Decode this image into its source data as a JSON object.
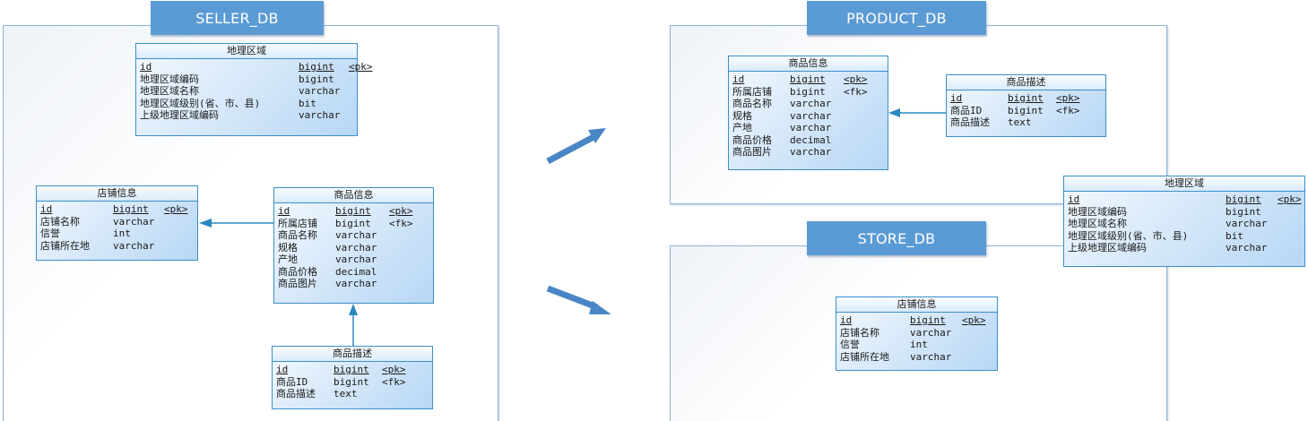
{
  "containers": {
    "seller": {
      "label": "SELLER_DB"
    },
    "product": {
      "label": "PRODUCT_DB"
    },
    "store": {
      "label": "STORE_DB"
    }
  },
  "entities": {
    "seller_region": {
      "title": "地理区域",
      "rows": [
        {
          "name": "id",
          "type": "bigint",
          "key": "<pk>",
          "pk": true
        },
        {
          "name": "地理区域编码",
          "type": "bigint",
          "key": ""
        },
        {
          "name": "地理区域名称",
          "type": "varchar",
          "key": ""
        },
        {
          "name": "地理区域级别(省、市、县)",
          "type": "bit",
          "key": ""
        },
        {
          "name": "上级地理区域编码",
          "type": "varchar",
          "key": ""
        }
      ]
    },
    "seller_store": {
      "title": "店铺信息",
      "rows": [
        {
          "name": "id",
          "type": "bigint",
          "key": "<pk>",
          "pk": true
        },
        {
          "name": "店铺名称",
          "type": "varchar",
          "key": ""
        },
        {
          "name": "信誉",
          "type": "int",
          "key": ""
        },
        {
          "name": "店铺所在地",
          "type": "varchar",
          "key": ""
        }
      ]
    },
    "seller_product": {
      "title": "商品信息",
      "rows": [
        {
          "name": "id",
          "type": "bigint",
          "key": "<pk>",
          "pk": true
        },
        {
          "name": "所属店铺",
          "type": "bigint",
          "key": "<fk>"
        },
        {
          "name": "商品名称",
          "type": "varchar",
          "key": ""
        },
        {
          "name": "规格",
          "type": "varchar",
          "key": ""
        },
        {
          "name": "产地",
          "type": "varchar",
          "key": ""
        },
        {
          "name": "商品价格",
          "type": "decimal",
          "key": ""
        },
        {
          "name": "商品图片",
          "type": "varchar",
          "key": ""
        }
      ]
    },
    "seller_desc": {
      "title": "商品描述",
      "rows": [
        {
          "name": "id",
          "type": "bigint",
          "key": "<pk>",
          "pk": true
        },
        {
          "name": "商品ID",
          "type": "bigint",
          "key": "<fk>"
        },
        {
          "name": "商品描述",
          "type": "text",
          "key": ""
        }
      ]
    },
    "product_product": {
      "title": "商品信息",
      "rows": [
        {
          "name": "id",
          "type": "bigint",
          "key": "<pk>",
          "pk": true
        },
        {
          "name": "所属店铺",
          "type": "bigint",
          "key": "<fk>"
        },
        {
          "name": "商品名称",
          "type": "varchar",
          "key": ""
        },
        {
          "name": "规格",
          "type": "varchar",
          "key": ""
        },
        {
          "name": "产地",
          "type": "varchar",
          "key": ""
        },
        {
          "name": "商品价格",
          "type": "decimal",
          "key": ""
        },
        {
          "name": "商品图片",
          "type": "varchar",
          "key": ""
        }
      ]
    },
    "product_desc": {
      "title": "商品描述",
      "rows": [
        {
          "name": "id",
          "type": "bigint",
          "key": "<pk>",
          "pk": true
        },
        {
          "name": "商品ID",
          "type": "bigint",
          "key": "<fk>"
        },
        {
          "name": "商品描述",
          "type": "text",
          "key": ""
        }
      ]
    },
    "shared_region": {
      "title": "地理区域",
      "rows": [
        {
          "name": "id",
          "type": "bigint",
          "key": "<pk>",
          "pk": true
        },
        {
          "name": "地理区域编码",
          "type": "bigint",
          "key": ""
        },
        {
          "name": "地理区域名称",
          "type": "varchar",
          "key": ""
        },
        {
          "name": "地理区域级别(省、市、县)",
          "type": "bit",
          "key": ""
        },
        {
          "name": "上级地理区域编码",
          "type": "varchar",
          "key": ""
        }
      ]
    },
    "store_store": {
      "title": "店铺信息",
      "rows": [
        {
          "name": "id",
          "type": "bigint",
          "key": "<pk>",
          "pk": true
        },
        {
          "name": "店铺名称",
          "type": "varchar",
          "key": ""
        },
        {
          "name": "信誉",
          "type": "int",
          "key": ""
        },
        {
          "name": "店铺所在地",
          "type": "varchar",
          "key": ""
        }
      ]
    }
  },
  "colors": {
    "label_bg": "#5b9bd5",
    "entity_border": "#3a8fc9",
    "arrow": "#4a86c5",
    "container_border": "#8fb4d8"
  }
}
